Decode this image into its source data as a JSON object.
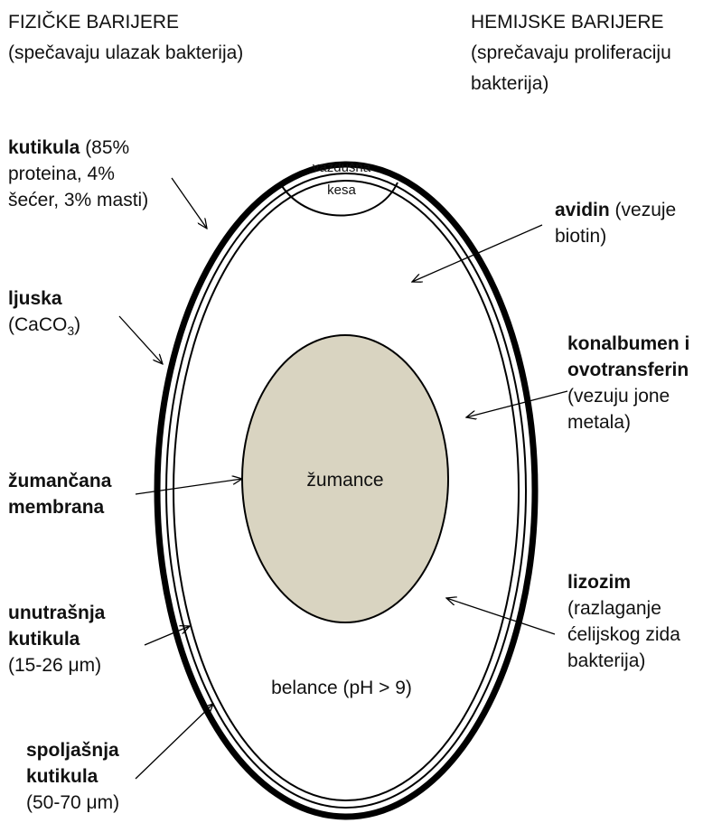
{
  "headers": {
    "left_title": "FIZIČKE BARIJERE",
    "left_subtitle": "(spečavaju ulazak bakterija)",
    "right_title": "HEMIJSKE BARIJERE",
    "right_subtitle_1": "(sprečavaju proliferaciju",
    "right_subtitle_2": "bakterija)"
  },
  "egg": {
    "air_cell_line1": "vazdušna",
    "air_cell_line2": "kesa",
    "yolk_label": "žumance",
    "albumen_label": "belance (pH > 9)",
    "yolk_color": "#d9d4c1",
    "outline_color": "#000000"
  },
  "left_labels": {
    "kutikula": {
      "bold": "kutikula",
      "l1_rest": " (85%",
      "l2": "proteina, 4%",
      "l3": "šećer, 3% masti)"
    },
    "ljuska": {
      "bold": "ljuska",
      "l2_pre": "(CaCO",
      "l2_sub": "3",
      "l2_post": ")"
    },
    "zumancana": {
      "l1": "žumančana",
      "l2": "membrana"
    },
    "unutrasnja": {
      "l1": "unutrašnja",
      "l2": "kutikula",
      "l3": "(15-26 μm)"
    },
    "spoljasnja": {
      "l1": "spoljašnja",
      "l2": "kutikula",
      "l3": "(50-70 μm)"
    }
  },
  "right_labels": {
    "avidin": {
      "bold": "avidin",
      "l1_rest": " (vezuje",
      "l2": "biotin)"
    },
    "konalbumen": {
      "l1": "konalbumen i",
      "l2": "ovotransferin",
      "l3": "(vezuju jone",
      "l4": "metala)"
    },
    "lizozim": {
      "l1": "lizozim",
      "l2": "(razlaganje",
      "l3": "ćelijskog zida",
      "l4": "bakterija)"
    }
  }
}
